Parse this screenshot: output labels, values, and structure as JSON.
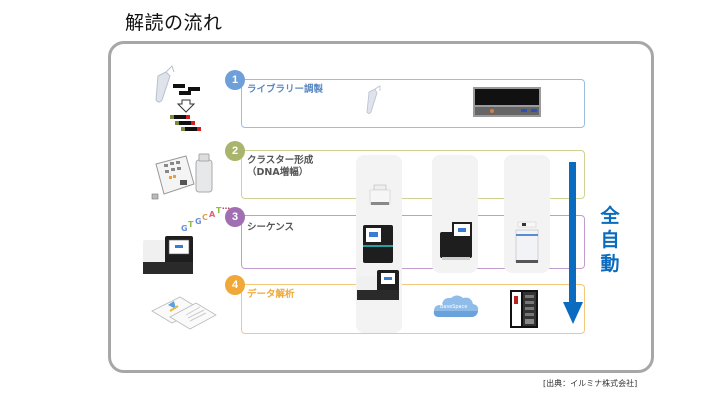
{
  "title": "解読の流れ",
  "steps": [
    {
      "number": "1",
      "label": "ライブラリー調製",
      "color": "#7aa7d6",
      "badge_color": "#6f9fd8"
    },
    {
      "number": "2",
      "label": "クラスター形成\n（DNA増幅）",
      "color": "#c9cd86",
      "badge_color": "#a9b56c"
    },
    {
      "number": "3",
      "label": "シーケンス",
      "color": "#b786c2",
      "badge_color": "#a06fb3"
    },
    {
      "number": "4",
      "label": "データ解析",
      "color": "#f5c26b",
      "badge_color": "#f0a838"
    }
  ],
  "sequence_letters": [
    "G",
    "T",
    "G",
    "C",
    "A",
    "T",
    "…"
  ],
  "sequence_letter_colors": [
    "#6b8fd6",
    "#8bbf3f",
    "#6b8fd6",
    "#e0a040",
    "#e06080",
    "#8bbf3f",
    "#c04060"
  ],
  "cloud_label": "BaseSpace",
  "automation_label": [
    "全",
    "自",
    "動"
  ],
  "automation_color": "#0a6bbf",
  "source_note": "[出典：イルミナ株式会社]"
}
